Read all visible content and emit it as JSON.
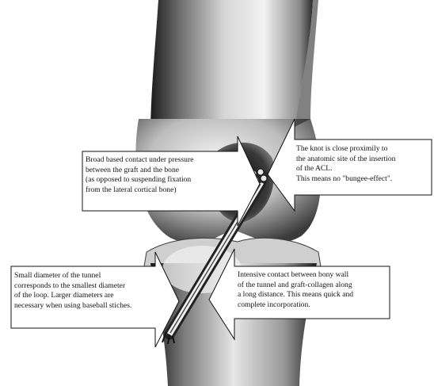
{
  "callouts": {
    "contact_pressure": {
      "lines": [
        "Broad based contact under pressure",
        "between the graft and the bone",
        "(as opposed to suspending fixation",
        "from the lateral cortical bone)"
      ]
    },
    "knot_position": {
      "lines": [
        "The knot is close proximily to",
        "the anatomic site of the insertion",
        "of the ACL.",
        "This means no \"bungee-effect\"."
      ]
    },
    "tunnel_diameter": {
      "lines": [
        "Small diameter of the tunnel",
        "corresponds to the smallest diameter",
        "of the loop. Larger diameters are",
        "necessary when using baseball stiches."
      ]
    },
    "bony_contact": {
      "lines": [
        "Intensive contact between bony wall",
        "of the tunnel and graft-collagen along",
        "a long distance. This means quick and",
        "complete incorporation."
      ]
    }
  }
}
